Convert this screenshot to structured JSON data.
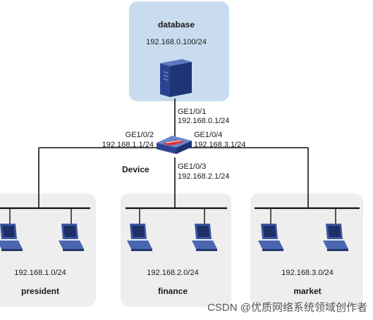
{
  "database": {
    "title": "database",
    "subnet": "192.168.0.100/24"
  },
  "device": {
    "name": "Device",
    "interfaces": [
      {
        "port": "GE1/0/1",
        "ip": "192.168.0.1/24"
      },
      {
        "port": "GE1/0/2",
        "ip": "192.168.1.1/24"
      },
      {
        "port": "GE1/0/3",
        "ip": "192.168.2.1/24"
      },
      {
        "port": "GE1/0/4",
        "ip": "192.168.3.1/24"
      }
    ]
  },
  "groups": [
    {
      "name": "president",
      "subnet": "192.168.1.0/24"
    },
    {
      "name": "finance",
      "subnet": "192.168.2.0/24"
    },
    {
      "name": "market",
      "subnet": "192.168.3.0/24"
    }
  ],
  "watermark": "CSDN @优质网络系统领域创作者",
  "colors": {
    "database_panel": "#c9dcef",
    "group_panel": "#eeeeee",
    "switch": "#3d5fa8",
    "switch_mark": "#e03030"
  }
}
